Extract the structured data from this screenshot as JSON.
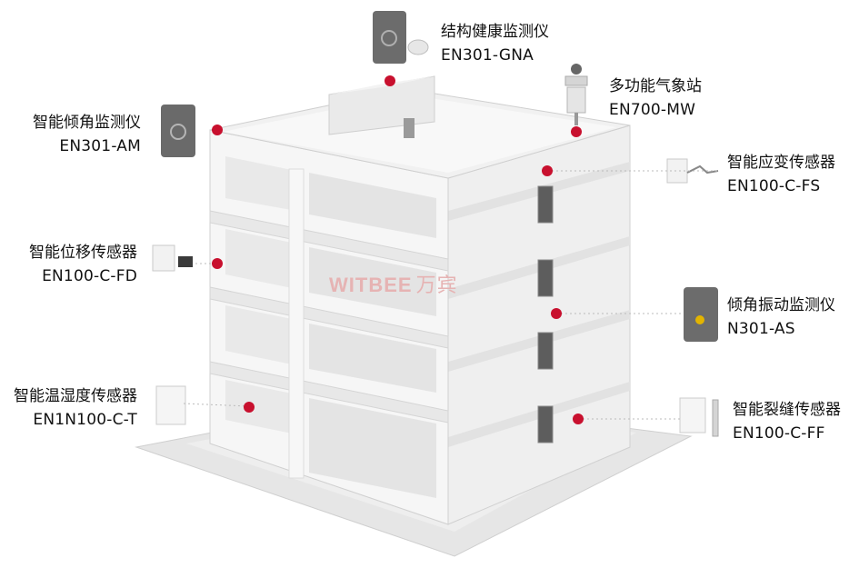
{
  "watermark": {
    "brand": "WITBEE",
    "brand_cn": "万宾"
  },
  "colors": {
    "marker": "#c8102e",
    "building": "#f4f4f4",
    "shadow": "#d9d9d9",
    "ground": "#e4e4e4"
  },
  "sensors": [
    {
      "name": "结构健康监测仪",
      "model": "EN301-GNA",
      "icon": "gnss-monitor-icon"
    },
    {
      "name": "多功能气象站",
      "model": "EN700-MW",
      "icon": "weather-station-icon"
    },
    {
      "name": "智能倾角监测仪",
      "model": "EN301-AM",
      "icon": "tilt-monitor-icon"
    },
    {
      "name": "智能应变传感器",
      "model": "EN100-C-FS",
      "icon": "strain-sensor-icon"
    },
    {
      "name": "智能位移传感器",
      "model": "EN100-C-FD",
      "icon": "displacement-sensor-icon"
    },
    {
      "name": "倾角振动监测仪",
      "model": "N301-AS",
      "icon": "vibration-monitor-icon"
    },
    {
      "name": "智能温湿度传感器",
      "model": "EN1N100-C-T",
      "icon": "temp-humidity-sensor-icon"
    },
    {
      "name": "智能裂缝传感器",
      "model": "EN100-C-FF",
      "icon": "crack-sensor-icon"
    }
  ]
}
